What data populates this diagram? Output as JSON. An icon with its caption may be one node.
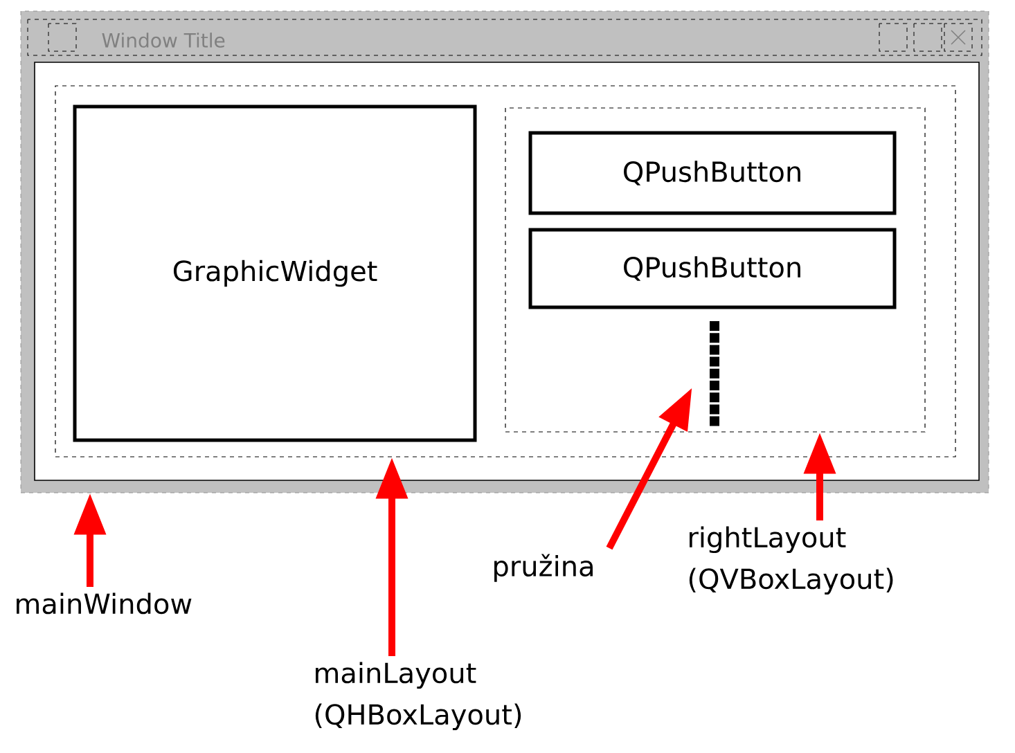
{
  "diagram": {
    "nodes": [
      {
        "text": [
          "Window Title"
        ]
      },
      {
        "text": [],
        "shape": "box",
        "in": 0
      },
      {
        "text": [
          "GraphicWidget"
        ],
        "in": 1
      },
      {
        "text": [],
        "shape": "box",
        "in": 1
      },
      {
        "text": [
          "QPushButton"
        ],
        "in": 3
      },
      {
        "text": [
          "QPushButton"
        ],
        "in": 3
      },
      {
        "text": [],
        "shape": "bar",
        "in": 3
      },
      {
        "text": [
          "mainWindow"
        ]
      },
      {
        "text": [
          "mainLayout (QHBoxLayout)"
        ]
      },
      {
        "text": [
          "pružina"
        ]
      },
      {
        "text": [
          "rightLayout (QVBoxLayout)"
        ]
      }
    ],
    "edges": [
      {
        "from": 7,
        "to": 0,
        "arrow": "to"
      },
      {
        "from": 8,
        "to": 1,
        "arrow": "to"
      },
      {
        "from": 9,
        "to": 6,
        "arrow": "to"
      },
      {
        "from": 10,
        "to": 3,
        "arrow": "to"
      }
    ]
  }
}
